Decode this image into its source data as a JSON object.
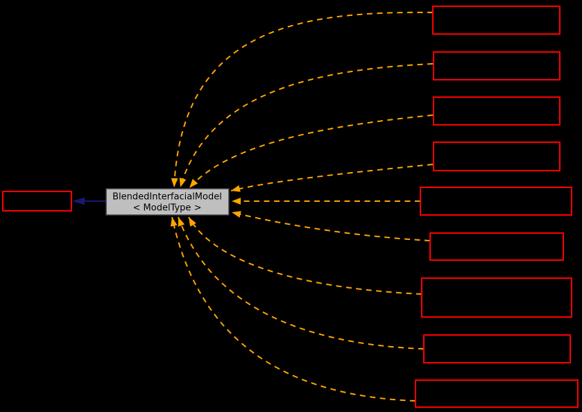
{
  "diagram": {
    "kind": "class-collaboration-graph",
    "background_color": "#000000",
    "main_node": {
      "label_line1": "BlendedInterfacialModel",
      "label_line2": "< ModelType >",
      "fill_color": "#bfbfbf",
      "border_color": "#3c3c3c",
      "text_color": "#000000"
    },
    "base_node": {
      "label": "",
      "border_color": "#ff0000",
      "fill_color": "#000000"
    },
    "related_nodes": [
      {
        "id": "related-1",
        "label": ""
      },
      {
        "id": "related-2",
        "label": ""
      },
      {
        "id": "related-3",
        "label": ""
      },
      {
        "id": "related-4",
        "label": ""
      },
      {
        "id": "related-5",
        "label": ""
      },
      {
        "id": "related-6",
        "label": ""
      },
      {
        "id": "related-7",
        "label": ""
      },
      {
        "id": "related-8",
        "label": ""
      },
      {
        "id": "related-9",
        "label": ""
      }
    ],
    "edges": {
      "inheritance": {
        "from": "main-node",
        "to": "base-node",
        "style": "solid",
        "color": "#191970"
      },
      "usage_color": "#ffa500",
      "usage_style": "dashed",
      "usages": [
        {
          "from": "related-1",
          "to": "main-node"
        },
        {
          "from": "related-2",
          "to": "main-node"
        },
        {
          "from": "related-3",
          "to": "main-node"
        },
        {
          "from": "related-4",
          "to": "main-node"
        },
        {
          "from": "related-5",
          "to": "main-node"
        },
        {
          "from": "related-6",
          "to": "main-node"
        },
        {
          "from": "related-7",
          "to": "main-node"
        },
        {
          "from": "related-8",
          "to": "main-node"
        },
        {
          "from": "related-9",
          "to": "main-node"
        }
      ]
    }
  }
}
